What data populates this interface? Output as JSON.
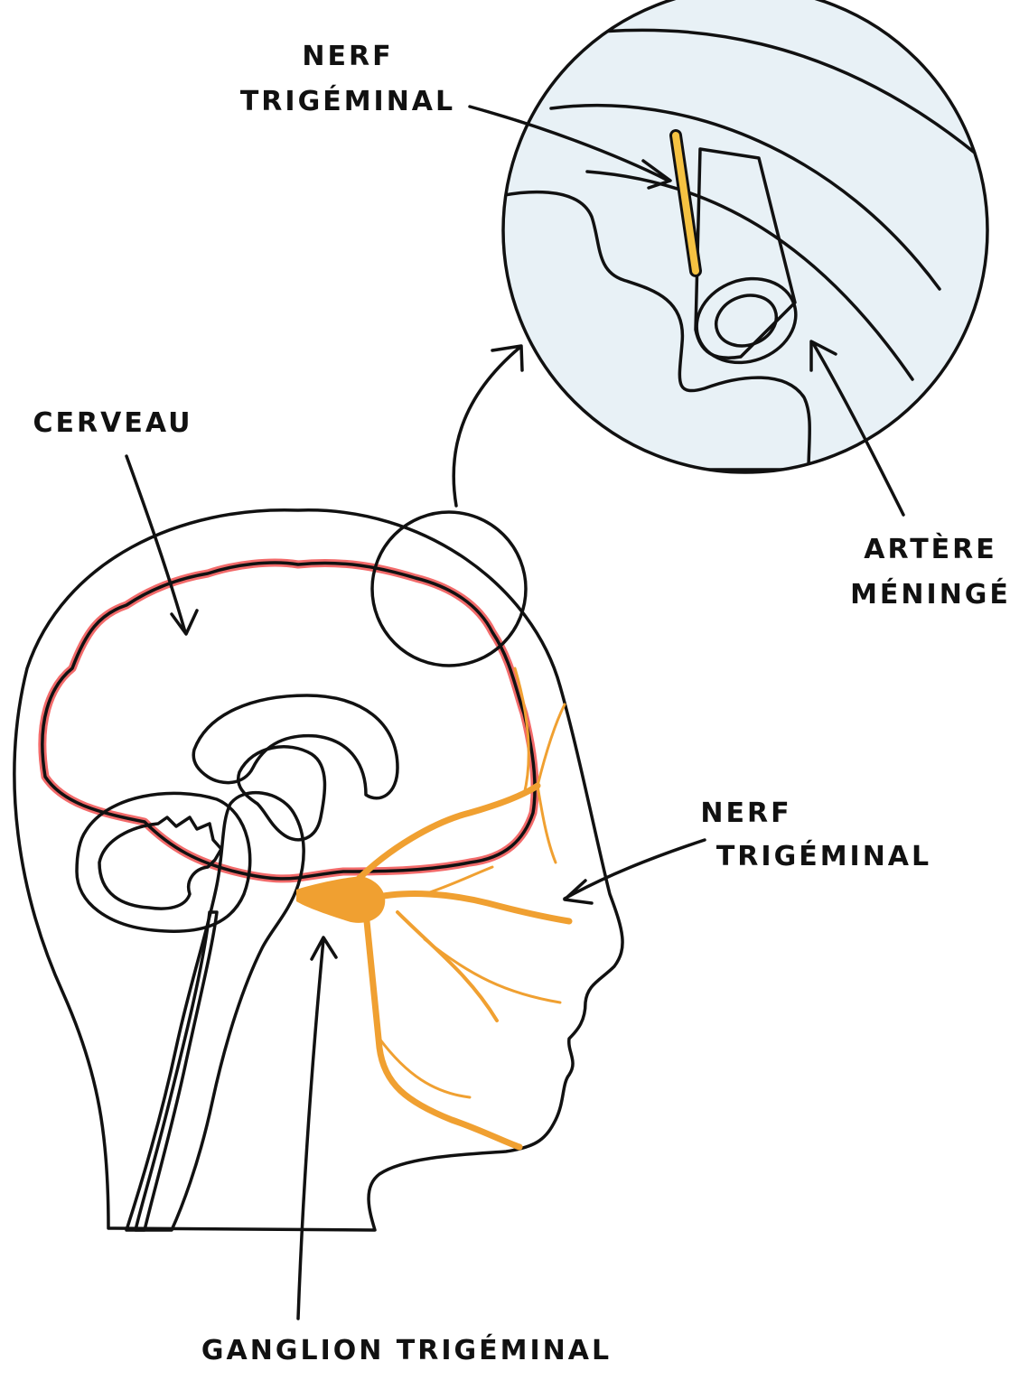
{
  "labels": {
    "nerf_top_line1": "NERF",
    "nerf_top_line2": "TRIGÉMINAL",
    "cerveau": "CERVEAU",
    "artere_line1": "ARTÈRE",
    "artere_line2": "MÉNINGÉ",
    "nerf_right_line1": "NERF",
    "nerf_right_line2": "TRIGÉMINAL",
    "ganglion": "GANGLION TRIGÉMINAL"
  },
  "colors": {
    "skin": "#e8f1f6",
    "brain": "#7b86ff",
    "brain_dark": "#4a5cf5",
    "brain_light": "#e3e6fb",
    "brainstem": "#a7b0f7",
    "meninges": "#f26a6a",
    "nerve": "#f0a031",
    "nerve_zoom": "#f5c242",
    "artery": "#f4524f",
    "artery_lumen": "#c93434",
    "ink": "#111111"
  }
}
